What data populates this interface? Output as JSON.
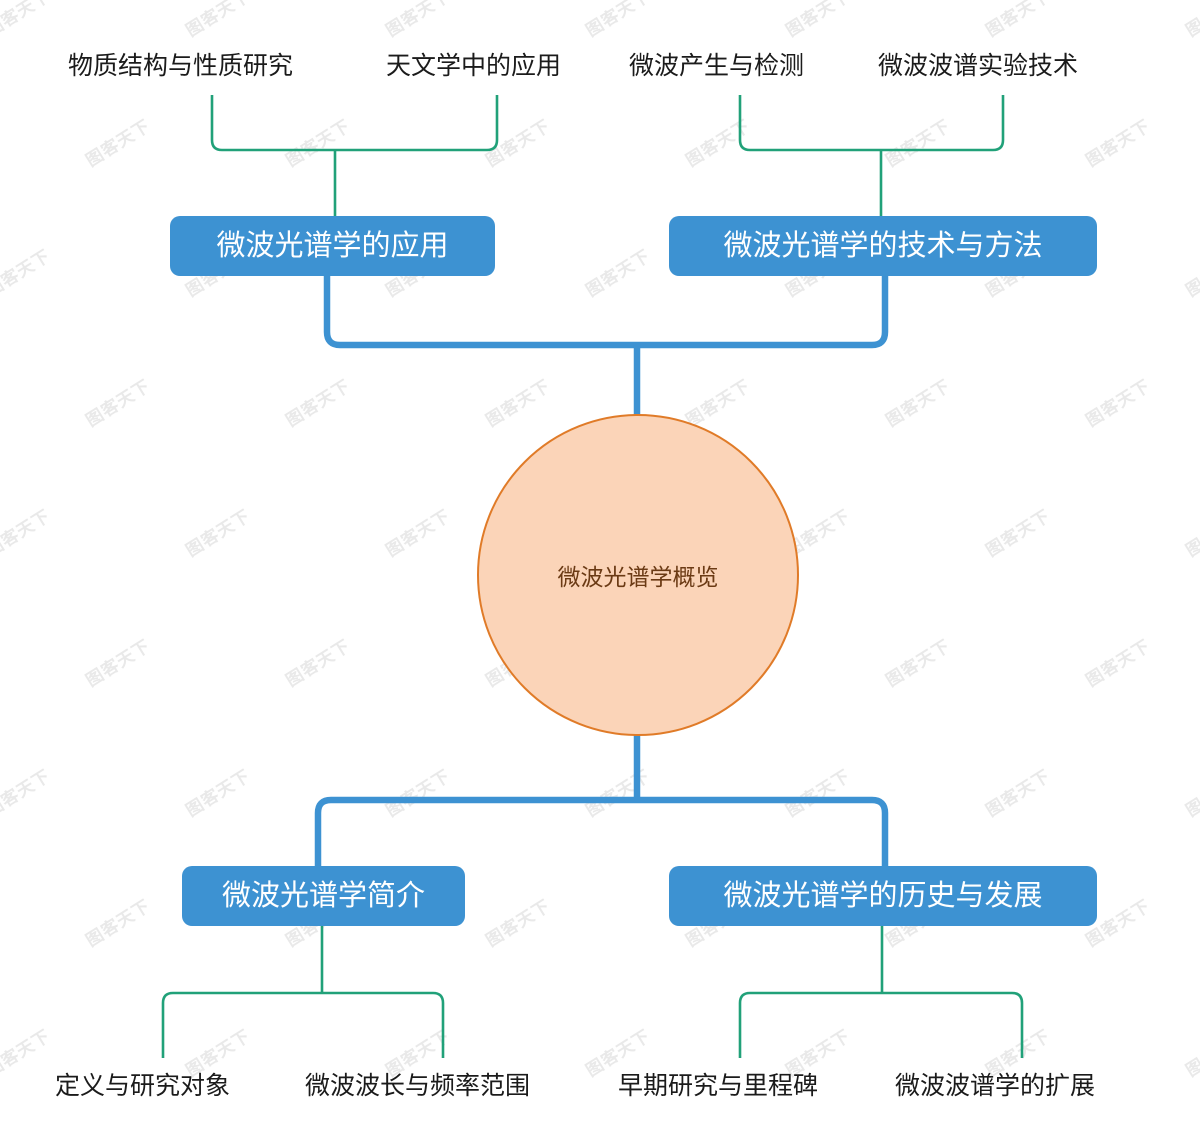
{
  "mindmap": {
    "root": {
      "label": "微波光谱学概览",
      "fill": "#fbd4b8",
      "stroke": "#e07b28",
      "text_color": "#6b3a14"
    },
    "branch_color": "#3d92d2",
    "leaf_link_color": "#21a179",
    "branches": [
      {
        "label": "微波光谱学的应用",
        "position": "top-left",
        "leaves": [
          "物质结构与性质研究",
          "天文学中的应用"
        ]
      },
      {
        "label": "微波光谱学的技术与方法",
        "position": "top-right",
        "leaves": [
          "微波产生与检测",
          "微波波谱实验技术"
        ]
      },
      {
        "label": "微波光谱学简介",
        "position": "bottom-left",
        "leaves": [
          "定义与研究对象",
          "微波波长与频率范围"
        ]
      },
      {
        "label": "微波光谱学的历史与发展",
        "position": "bottom-right",
        "leaves": [
          "早期研究与里程碑",
          "微波波谱学的扩展"
        ]
      }
    ]
  },
  "watermark": {
    "text": "图客天下",
    "color": "#e9e9e9"
  }
}
